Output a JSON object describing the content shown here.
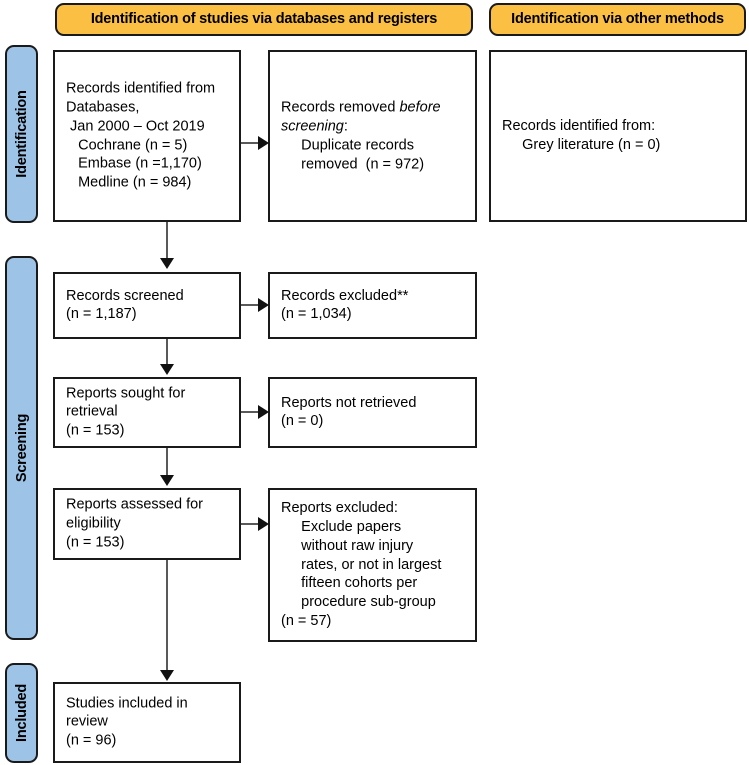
{
  "diagram": {
    "title": "PRISMA 2020 flow diagram",
    "colors": {
      "header_fill": "#FBC043",
      "phase_fill": "#9DC3E6",
      "box_border": "#1a1a1a",
      "connector": "#595959"
    }
  },
  "headers": {
    "databases": "Identification of studies via databases and registers",
    "other_methods": "Identification via other methods"
  },
  "phases": {
    "identification": "Identification",
    "screening": "Screening",
    "included": "Included"
  },
  "boxes": {
    "records_identified": {
      "line1": "Records identified from",
      "line2": "Databases,",
      "line3": " Jan 2000 – Oct 2019",
      "line4": "   Cochrane (n = 5)",
      "line5": "   Embase (n =1,170)",
      "line6": "   Medline (n = 984)"
    },
    "records_removed": {
      "lead": "Records removed ",
      "emph": "before screening",
      "colon": ":",
      "detail1": "     Duplicate records",
      "detail2": "     removed  (n = 972)"
    },
    "other_identified": {
      "line1": "Records identified from:",
      "line2": "     Grey literature (n = 0)"
    },
    "records_screened": {
      "line1": "Records screened",
      "line2": "(n = 1,187)"
    },
    "records_excluded": {
      "line1": "Records excluded**",
      "line2": "(n = 1,034)"
    },
    "reports_sought": {
      "line1": "Reports sought for",
      "line2": "retrieval",
      "line3": "(n = 153)"
    },
    "reports_not_retrieved": {
      "line1": "Reports not retrieved",
      "line2": "(n = 0)"
    },
    "reports_assessed": {
      "line1": "Reports assessed for",
      "line2": "eligibility",
      "line3": "(n = 153)"
    },
    "reports_excluded": {
      "line1": "Reports excluded:",
      "line2": "     Exclude papers",
      "line3": "     without raw injury",
      "line4": "     rates, or not in largest",
      "line5": "     fifteen cohorts per",
      "line6": "     procedure sub-group",
      "line7": "(n = 57)"
    },
    "studies_included": {
      "line1": "Studies included in",
      "line2": "review",
      "line3": "(n = 96)"
    }
  }
}
